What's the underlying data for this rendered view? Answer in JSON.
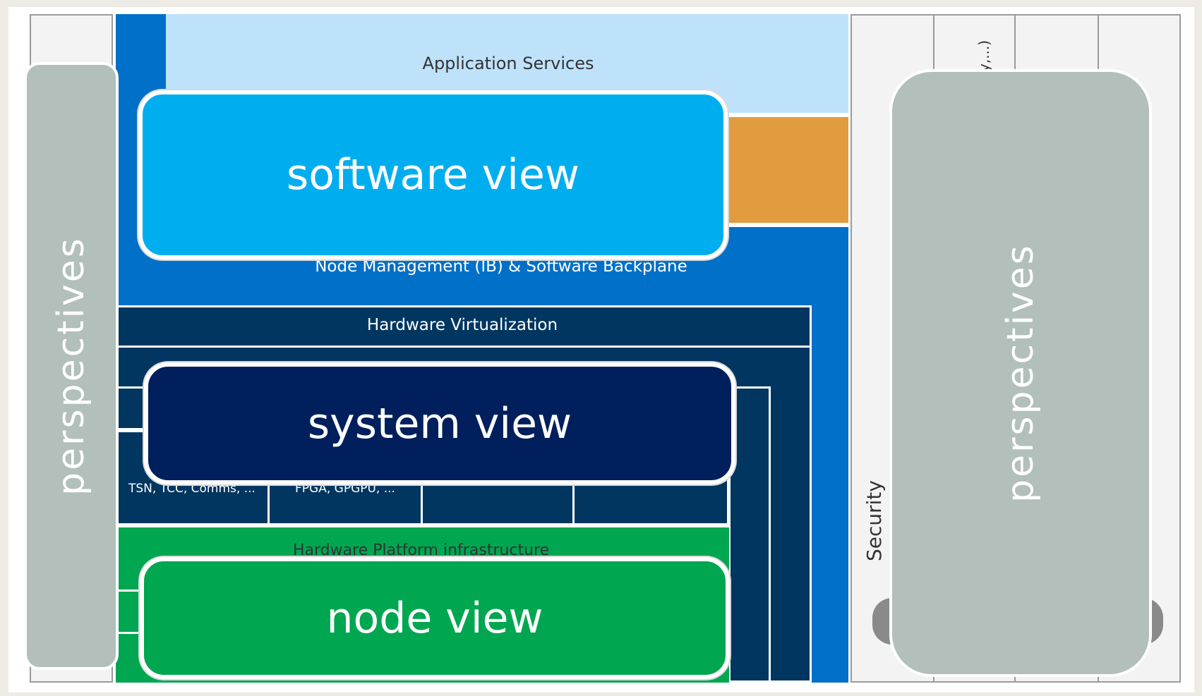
{
  "diagram": {
    "layers": {
      "application_services": "Application Services",
      "node_management": "Node Management (IB) & Software Backplane",
      "hardware_virtualization": "Hardware Virtualization",
      "tsn_cell": "TSN, TCC, Comms, ...",
      "fpga_cell": "FPGA, GPGPU, ...",
      "hardware_platform": "Hardware Platform infrastructure"
    },
    "views": {
      "software": "software view",
      "system": "system view",
      "node": "node view"
    },
    "perspectives": {
      "left": "perspectives",
      "right": "perspectives"
    },
    "side": {
      "security": "Security",
      "partial_top": "y,...)"
    },
    "colors": {
      "app_services": "#bfe2fb",
      "node_mgmt": "#0070c8",
      "software_view": "#00aeef",
      "orange_block": "#e09c3f",
      "hw_virt": "#003660",
      "system_view": "#001f5c",
      "node_view": "#00a650",
      "perspectives": "#b2bfba"
    }
  }
}
